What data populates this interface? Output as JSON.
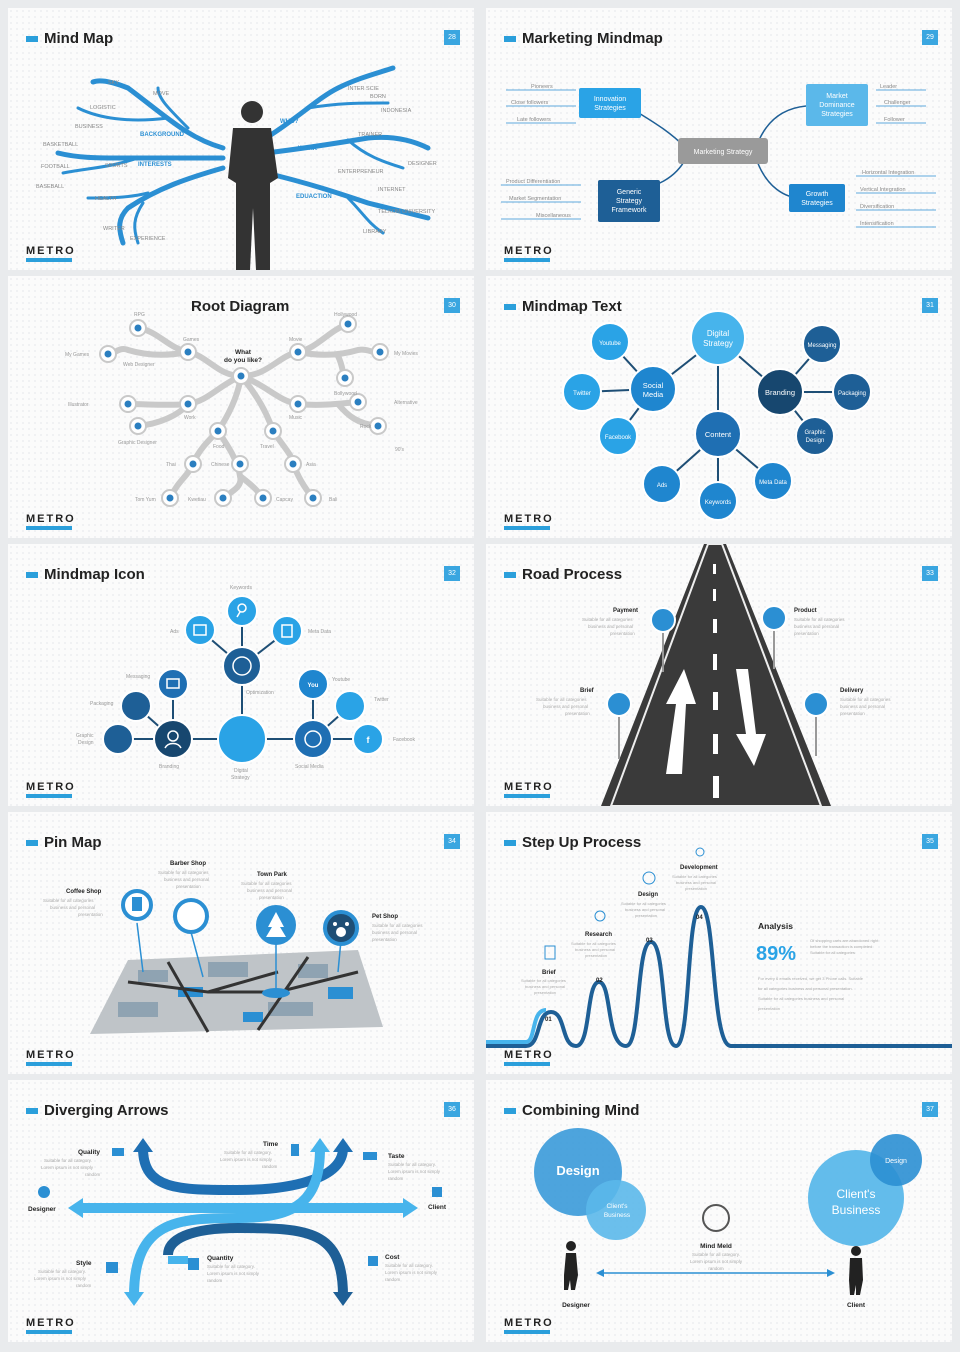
{
  "brand": "METRO",
  "slides": [
    {
      "num": "28",
      "title": "Mind Map",
      "left_labels": [
        "SKY",
        "MOVE",
        "LOGISTIC",
        "BUSINESS",
        "BACKGROUND",
        "BASKETBALL",
        "FOOTBALL",
        "SPORTS",
        "INTERESTS",
        "BASEBALL",
        "HEALTH",
        "WRITER",
        "EXPERIENCE"
      ],
      "right_labels": [
        "INTER SCIE",
        "BORN",
        "INDONESIA",
        "WHO?",
        "TRAINER",
        "WORK",
        "DESIGNER",
        "ENTERPRENEUR",
        "INTERNET",
        "EDUACTION",
        "TELKOM UNIVERSITY",
        "LIBRARY"
      ]
    },
    {
      "num": "29",
      "title": "Marketing Mindmap",
      "center": "Marketing Strategy",
      "nodes": [
        "Innovation Strategies",
        "Market Dominance Strategies",
        "Generic Strategy Framework",
        "Growth Strategies"
      ],
      "leaves_tl": [
        "Pioneers",
        "Close followers",
        "Late followers"
      ],
      "leaves_tr": [
        "Leader",
        "Challenger",
        "Follower"
      ],
      "leaves_bl": [
        "Product Differentiation",
        "Market Segmentation",
        "Miscellaneous"
      ],
      "leaves_br": [
        "Horizontal Integration",
        "Vertical Integration",
        "Diversification",
        "Intensification"
      ]
    },
    {
      "num": "30",
      "title": "Root Diagram",
      "center": "What do you like?",
      "labels": [
        "RPG",
        "Games",
        "Hollywood",
        "My Games",
        "Web Designer",
        "Movie",
        "My Movies",
        "Bollywood",
        "Illustrator",
        "Work",
        "Music",
        "Alternative",
        "Rock",
        "Graphic Designer",
        "Food",
        "Travel",
        "90's",
        "Thai",
        "Chinese",
        "Asia",
        "Tom Yum",
        "Kwetiau",
        "Capcay",
        "Bali"
      ]
    },
    {
      "num": "31",
      "title": "Mindmap Text",
      "nodes": [
        "Digital Strategy",
        "Youtube",
        "Messaging",
        "Social Media",
        "Branding",
        "Twitter",
        "Packaging",
        "Facebook",
        "Content",
        "Graphic Design",
        "Ads",
        "Keywords",
        "Meta Data"
      ]
    },
    {
      "num": "32",
      "title": "Mindmap Icon",
      "labels": [
        "Keywords",
        "Ads",
        "Meta Data",
        "Optimization",
        "Messaging",
        "Youtube",
        "Packaging",
        "Twitter",
        "Graphic Design",
        "Facebook",
        "Branding",
        "Digital Strategy",
        "Social Media"
      ]
    },
    {
      "num": "33",
      "title": "Road Process",
      "items": [
        {
          "name": "Payment",
          "desc": "Suitable for all categories business and personal presentation"
        },
        {
          "name": "Product",
          "desc": "Suitable for all categories business and personal presentation"
        },
        {
          "name": "Brief",
          "desc": "Suitable for all categories business and personal presentation"
        },
        {
          "name": "Delivery",
          "desc": "Suitable for all categories business and personal presentation"
        }
      ]
    },
    {
      "num": "34",
      "title": "Pin Map",
      "items": [
        {
          "name": "Barber Shop",
          "desc": "Suitable for all categories business and personal presentation"
        },
        {
          "name": "Town Park",
          "desc": "Suitable for all categories business and personal presentation"
        },
        {
          "name": "Coffee Shop",
          "desc": "Suitable for all categories business and personal presentation"
        },
        {
          "name": "Pet Shop",
          "desc": "Suitable for all categories business and personal presentation"
        }
      ]
    },
    {
      "num": "35",
      "title": "Step Up Process",
      "steps": [
        {
          "n": "01",
          "name": "Brief"
        },
        {
          "n": "02",
          "name": "Research"
        },
        {
          "n": "03",
          "name": "Design"
        },
        {
          "n": "04",
          "name": "Development"
        }
      ],
      "step_desc": "Suitable for all categories business and personal presentation",
      "analysis_title": "Analysis",
      "analysis_value": "89%",
      "analysis_note": "Of shopping carts are abandoned right before the transaction is completed Suitable for all categories",
      "analysis_body": "For every 6 emails received, we get 3 Phone calls. Suitable for all categories business and personal presentation. Suitable for all categories business and personal presentation"
    },
    {
      "num": "36",
      "title": "Diverging Arrows",
      "items": [
        {
          "name": "Quality"
        },
        {
          "name": "Time"
        },
        {
          "name": "Taste"
        },
        {
          "name": "Designer"
        },
        {
          "name": "Client"
        },
        {
          "name": "Style"
        },
        {
          "name": "Quantity"
        },
        {
          "name": "Cost"
        }
      ],
      "item_desc": "Suitable for all category. Lorem ipsum is not simply random"
    },
    {
      "num": "37",
      "title": "Combining Mind",
      "left_big": "Design",
      "left_small": "Client's Business",
      "right_big": "Client's Business",
      "right_small": "Design",
      "center_title": "Mind Meld",
      "center_desc": "Suitable for all category. Lorem ipsum is not simply random",
      "designer": "Designer",
      "client": "Client"
    }
  ]
}
